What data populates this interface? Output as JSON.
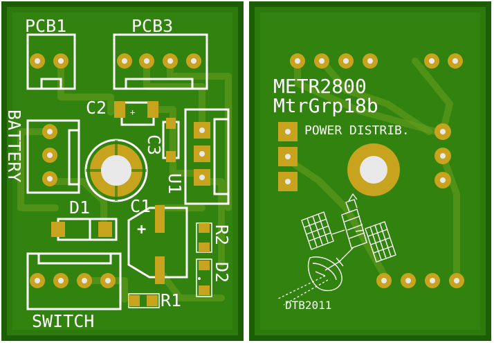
{
  "colors": {
    "board": "#2b7a0b",
    "board_edge": "#1b5e05",
    "copper_fill": "#3a8c12",
    "pad": "#c8a41e",
    "pad_hole": "#e9e9e9",
    "silkscreen": "#ffffff",
    "divider": "#d0d0d0"
  },
  "left_board": {
    "labels": {
      "pcb1": "PCB1",
      "pcb3": "PCB3",
      "battery": "BATTERY",
      "c2": "C2",
      "c3": "C3",
      "u1": "U1",
      "d1": "D1",
      "c1": "C1",
      "c1_plus": "+",
      "r2": "R2",
      "d2": "D2",
      "r1": "R1",
      "switch": "SWITCH"
    }
  },
  "right_board": {
    "labels": {
      "course": "METR2800",
      "group": "MtrGrp18b",
      "power": "POWER DISTRIB.",
      "credit": "DTB2011"
    },
    "satellite_icon": "satellite-icon"
  }
}
